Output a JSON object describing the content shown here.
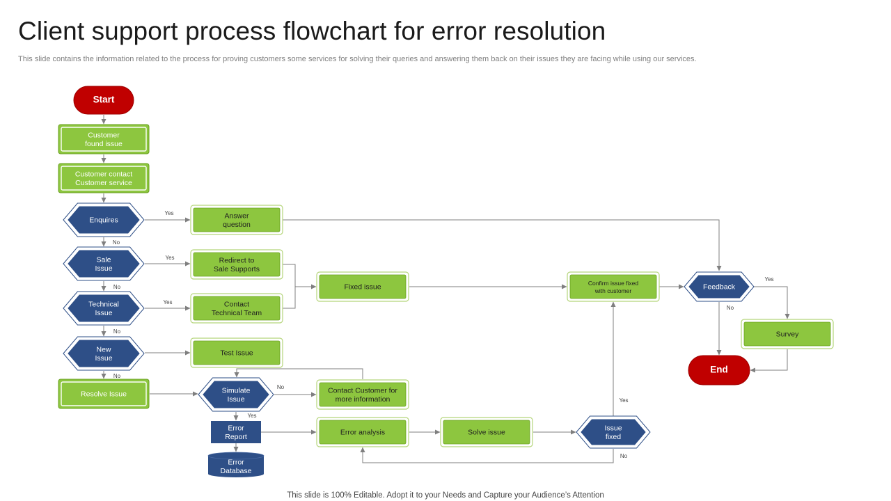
{
  "title": "Client support process flowchart for error resolution",
  "subtitle": "This slide contains the information related to the process for proving customers some services for solving their queries and answering them back on their issues they are facing while using  our services.",
  "footer": "This slide is 100% Editable. Adopt it to your Needs and Capture your Audience’s Attention",
  "colors": {
    "terminal_red": "#c00000",
    "process_green": "#8dc63f",
    "process_border": "#6aa120",
    "decision_blue": "#2e4f87",
    "connector": "#7f7f7f"
  },
  "nodes": {
    "start": {
      "kind": "terminal",
      "lines": [
        "Start"
      ]
    },
    "customer_found": {
      "kind": "process-double",
      "lines": [
        "Customer",
        "found issue"
      ]
    },
    "customer_contact": {
      "kind": "process-double",
      "lines": [
        "Customer contact",
        "Customer service"
      ]
    },
    "enquires": {
      "kind": "decision",
      "lines": [
        "Enquires"
      ]
    },
    "sale_issue": {
      "kind": "decision",
      "lines": [
        "Sale",
        "Issue"
      ]
    },
    "technical_issue": {
      "kind": "decision",
      "lines": [
        "Technical",
        "Issue"
      ]
    },
    "new_issue": {
      "kind": "decision",
      "lines": [
        "New",
        "Issue"
      ]
    },
    "resolve_issue": {
      "kind": "process-double",
      "lines": [
        "Resolve Issue"
      ]
    },
    "answer_question": {
      "kind": "process",
      "lines": [
        "Answer",
        "question"
      ]
    },
    "redirect": {
      "kind": "process",
      "lines": [
        "Redirect to",
        "Sale Supports"
      ]
    },
    "contact_tech": {
      "kind": "process",
      "lines": [
        "Contact",
        "Technical Team"
      ]
    },
    "test_issue": {
      "kind": "process",
      "lines": [
        "Test Issue"
      ]
    },
    "fixed_issue": {
      "kind": "process",
      "lines": [
        "Fixed issue"
      ]
    },
    "simulate_issue": {
      "kind": "decision",
      "lines": [
        "Simulate",
        "Issue"
      ]
    },
    "contact_customer": {
      "kind": "process",
      "lines": [
        "Contact Customer for",
        "more information"
      ]
    },
    "error_report": {
      "kind": "document",
      "lines": [
        "Error",
        "Report"
      ]
    },
    "error_database": {
      "kind": "database",
      "lines": [
        "Error",
        "Database"
      ]
    },
    "error_analysis": {
      "kind": "process",
      "lines": [
        "Error analysis"
      ]
    },
    "solve_issue": {
      "kind": "process",
      "lines": [
        "Solve issue"
      ]
    },
    "issue_fixed": {
      "kind": "decision",
      "lines": [
        "Issue",
        "fixed"
      ]
    },
    "confirm_fixed": {
      "kind": "process",
      "lines": [
        "Confirm issue fixed",
        "with customer"
      ]
    },
    "feedback": {
      "kind": "decision",
      "lines": [
        "Feedback"
      ]
    },
    "survey": {
      "kind": "process",
      "lines": [
        "Survey"
      ]
    },
    "end": {
      "kind": "terminal",
      "lines": [
        "End"
      ]
    }
  },
  "edge_labels": {
    "yes": "Yes",
    "no": "No"
  }
}
